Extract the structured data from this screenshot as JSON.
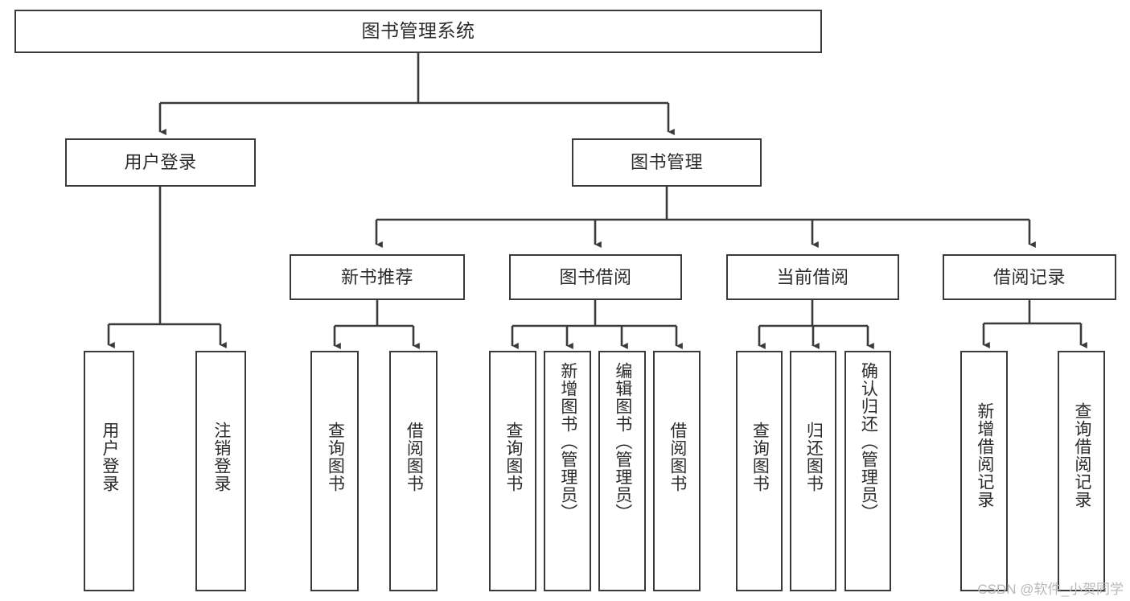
{
  "diagram": {
    "title": "图书管理系统",
    "type": "tree-hierarchy",
    "colors": {
      "background": "#ffffff",
      "box_border": "#3a3a3a",
      "box_fill": "#ffffff",
      "connector": "#3a3a3a",
      "text": "#2b2b2b",
      "watermark": "#b9b9b9"
    },
    "root": {
      "label": "图书管理系统"
    },
    "level2": [
      {
        "label": "用户登录"
      },
      {
        "label": "图书管理"
      }
    ],
    "level3": [
      {
        "label": "新书推荐"
      },
      {
        "label": "图书借阅"
      },
      {
        "label": "当前借阅"
      },
      {
        "label": "借阅记录"
      }
    ],
    "leaves": {
      "user_login": [
        {
          "label": "用户登录"
        },
        {
          "label": "注销登录"
        }
      ],
      "new_book_recommend": [
        {
          "label": "查询图书"
        },
        {
          "label": "借阅图书"
        }
      ],
      "book_borrow": [
        {
          "label": "查询图书"
        },
        {
          "label": "新增图书（管理员）"
        },
        {
          "label": "编辑图书（管理员）"
        },
        {
          "label": "借阅图书"
        }
      ],
      "current_borrow": [
        {
          "label": "查询图书"
        },
        {
          "label": "归还图书"
        },
        {
          "label": "确认归还（管理员）"
        }
      ],
      "borrow_record": [
        {
          "label": "新增借阅记录"
        },
        {
          "label": "查询借阅记录"
        }
      ]
    }
  },
  "watermark": {
    "text": "CSDN @软件_小贺同学"
  }
}
